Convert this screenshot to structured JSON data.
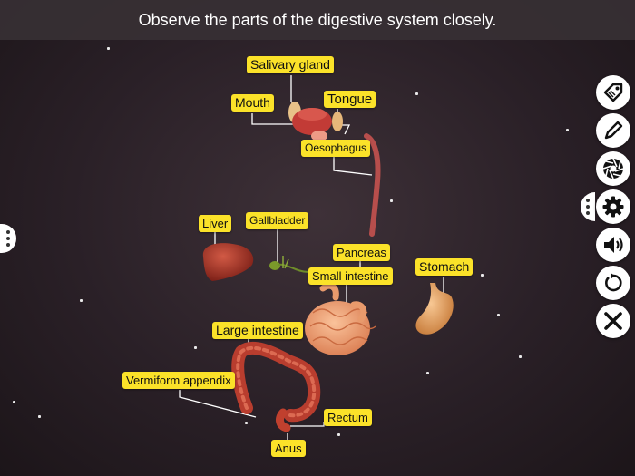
{
  "header": {
    "instruction": "Observe the parts of the digestive system closely."
  },
  "labels": {
    "salivary_gland": "Salivary gland",
    "mouth": "Mouth",
    "tongue": "Tongue",
    "oesophagus": "Oesophagus",
    "liver": "Liver",
    "gallbladder": "Gallbladder",
    "pancreas": "Pancreas",
    "small_intestine": "Small intestine",
    "stomach": "Stomach",
    "large_intestine": "Large intestine",
    "vermiform_appendix": "Vermiform appendix",
    "rectum": "Rectum",
    "anus": "Anus"
  },
  "toolbar": [
    {
      "name": "tag-icon-button",
      "icon": "tag-icon"
    },
    {
      "name": "edit-icon-button",
      "icon": "pencil-icon"
    },
    {
      "name": "aperture-icon-button",
      "icon": "aperture-icon"
    },
    {
      "name": "settings-button",
      "icon": "gear-icon"
    },
    {
      "name": "sound-button",
      "icon": "speaker-icon"
    },
    {
      "name": "reset-button",
      "icon": "rotate-icon"
    },
    {
      "name": "close-button",
      "icon": "close-icon"
    }
  ],
  "colors": {
    "label_bg": "#fbe229",
    "background": "#2a2027",
    "header_bg": "#37303a"
  }
}
